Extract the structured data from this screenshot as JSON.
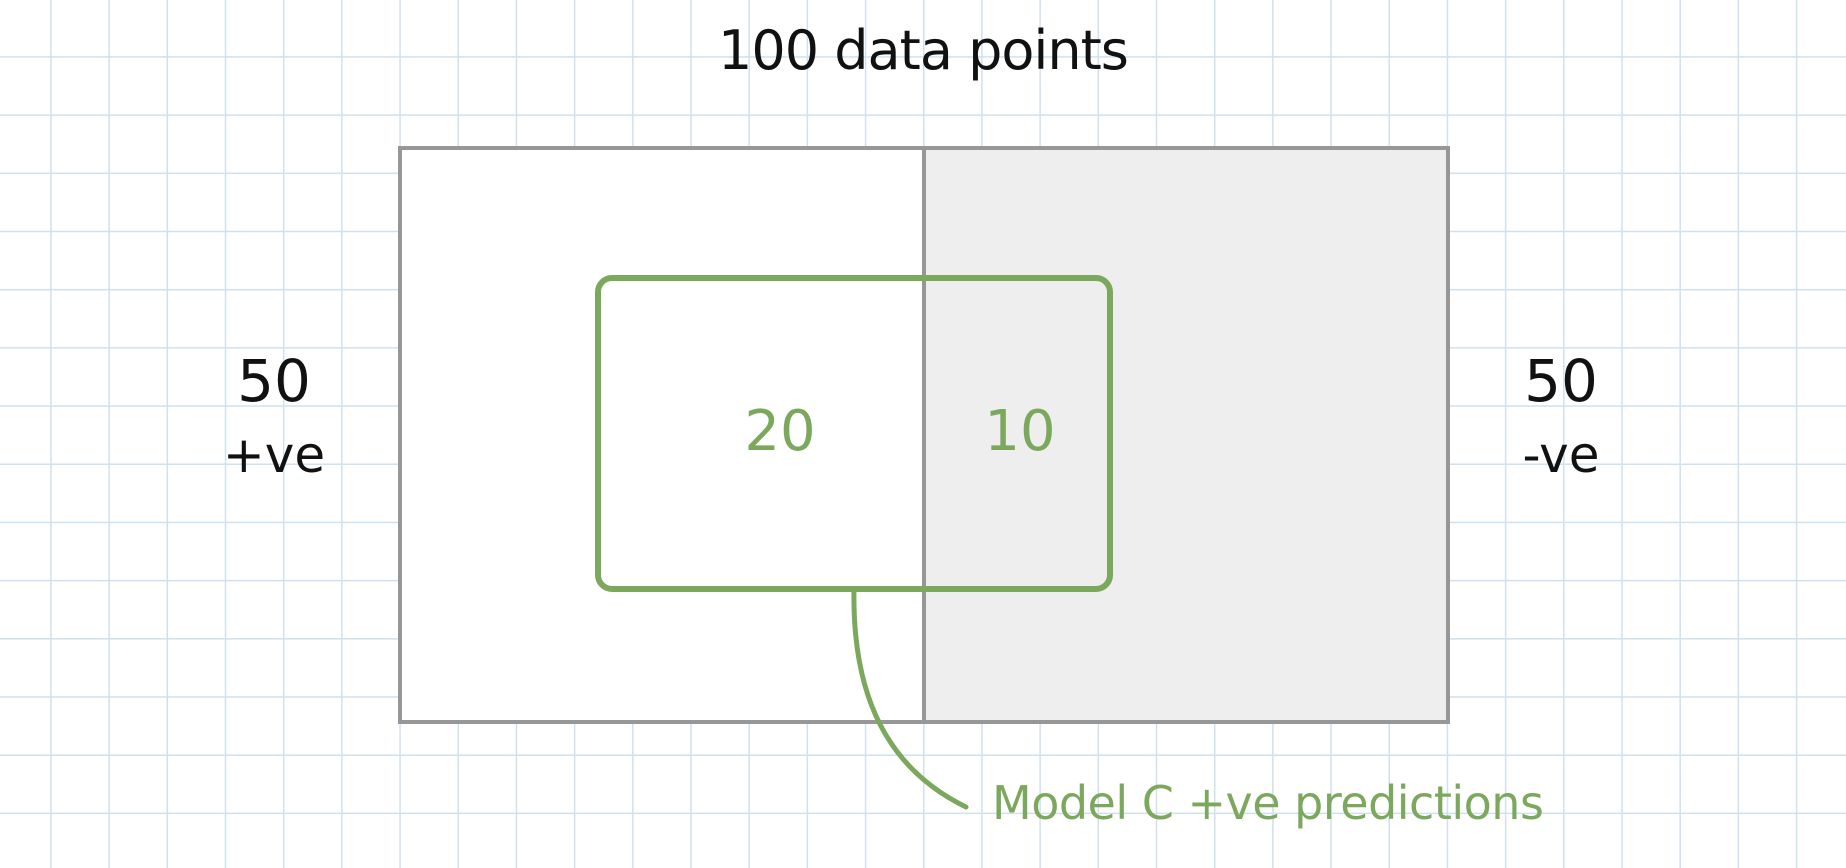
{
  "diagram": {
    "title": "100 data points",
    "positives": {
      "count": "50",
      "label": "+ve"
    },
    "negatives": {
      "count": "50",
      "label": "-ve"
    },
    "prediction_box": {
      "true_positive_count": "20",
      "false_positive_count": "10",
      "label": "Model C +ve predictions"
    }
  },
  "colors": {
    "grid": "#cfe1ef",
    "outline": "#979797",
    "negative_fill": "#eeeeee",
    "prediction": "#7ca85e",
    "text": "#111111"
  }
}
